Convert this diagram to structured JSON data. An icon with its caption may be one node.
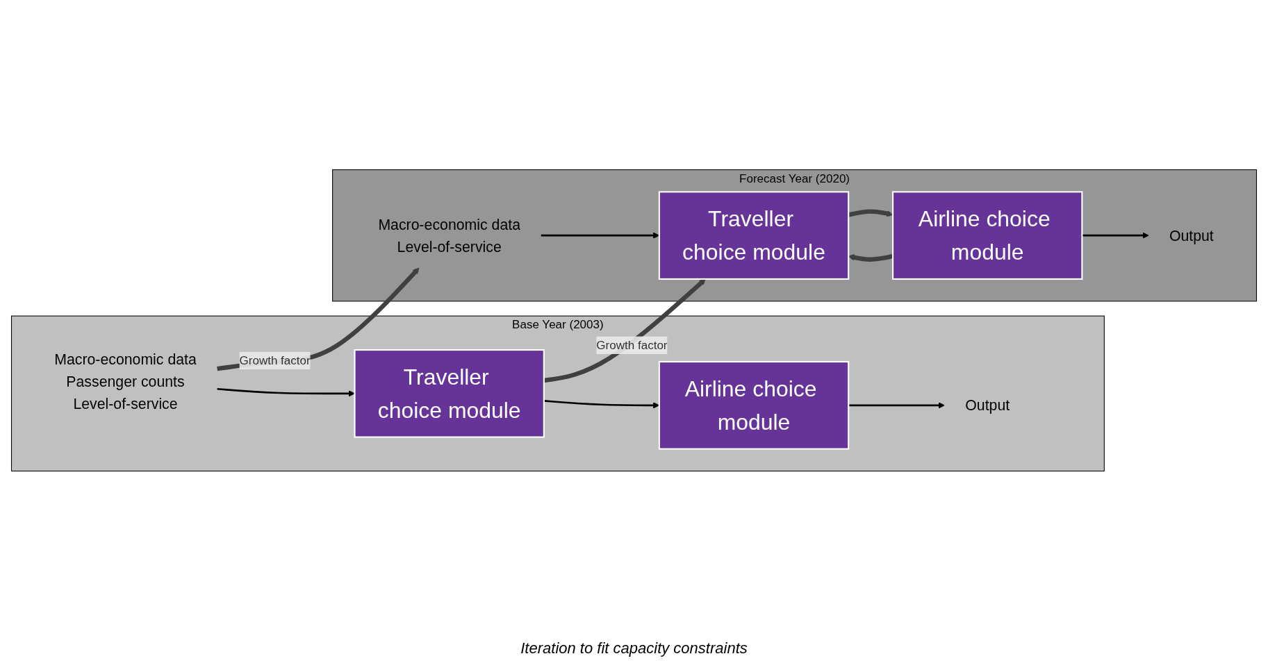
{
  "diagram": {
    "nodes": [
      {
        "text": [
          "Base Year (2003)"
        ]
      },
      {
        "text": [
          "Macro-economic data",
          "Passenger counts",
          "Level-of-service"
        ],
        "in": 0
      },
      {
        "text": [
          "Traveller choice module"
        ],
        "in": 0
      },
      {
        "text": [
          "Airline choice module"
        ],
        "in": 0
      },
      {
        "text": [
          "Output"
        ],
        "in": 0
      },
      {
        "text": [
          "Forecast Year (2020)"
        ]
      },
      {
        "text": [
          "Macro-economic data",
          "Level-of-service"
        ],
        "in": 5
      },
      {
        "text": [
          "Traveller choice module"
        ],
        "in": 5
      },
      {
        "text": [
          "Airline choice module"
        ],
        "in": 5
      },
      {
        "text": [
          "Output"
        ],
        "in": 5
      }
    ],
    "edges": [
      {
        "from": 1,
        "to": 2,
        "arrow": "to"
      },
      {
        "from": 2,
        "to": 3,
        "arrow": "to"
      },
      {
        "from": 3,
        "to": 4,
        "arrow": "to"
      },
      {
        "from": 1,
        "to": 6,
        "arrow": "to",
        "label": "Growth factor",
        "style": "thick",
        "color": "#404040"
      },
      {
        "from": 2,
        "to": 7,
        "arrow": "to",
        "label": "Growth factor",
        "style": "thick",
        "color": "#404040"
      },
      {
        "from": 6,
        "to": 7,
        "arrow": "to"
      },
      {
        "from": 7,
        "to": 8,
        "arrow": "to",
        "style": "thick",
        "color": "#404040"
      },
      {
        "from": 8,
        "to": 7,
        "arrow": "to",
        "style": "thick",
        "color": "#404040"
      },
      {
        "from": 8,
        "to": 9,
        "arrow": "to"
      }
    ],
    "labels": [
      "Iteration to fit capacity constraints"
    ]
  }
}
